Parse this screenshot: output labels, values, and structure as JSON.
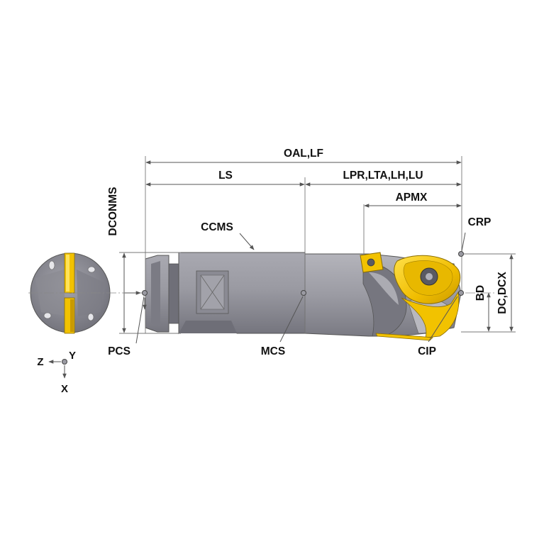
{
  "labels": {
    "oal_lf": "OAL,LF",
    "ls": "LS",
    "lpr_lta_lh_lu": "LPR,LTA,LH,LU",
    "apmx": "APMX",
    "crp": "CRP",
    "dconms": "DCONMS",
    "ccms": "CCMS",
    "bd": "BD",
    "dc_dcx": "DC,DCX",
    "pcs": "PCS",
    "mcs": "MCS",
    "cip": "CIP"
  },
  "axes": {
    "z": "Z",
    "y": "Y",
    "x": "X"
  },
  "colors": {
    "body": "#8e8e96",
    "body_light": "#a7a7af",
    "body_dark": "#6f6f78",
    "insert": "#f2c200",
    "insert_dark": "#b88f00",
    "line": "#555555"
  }
}
